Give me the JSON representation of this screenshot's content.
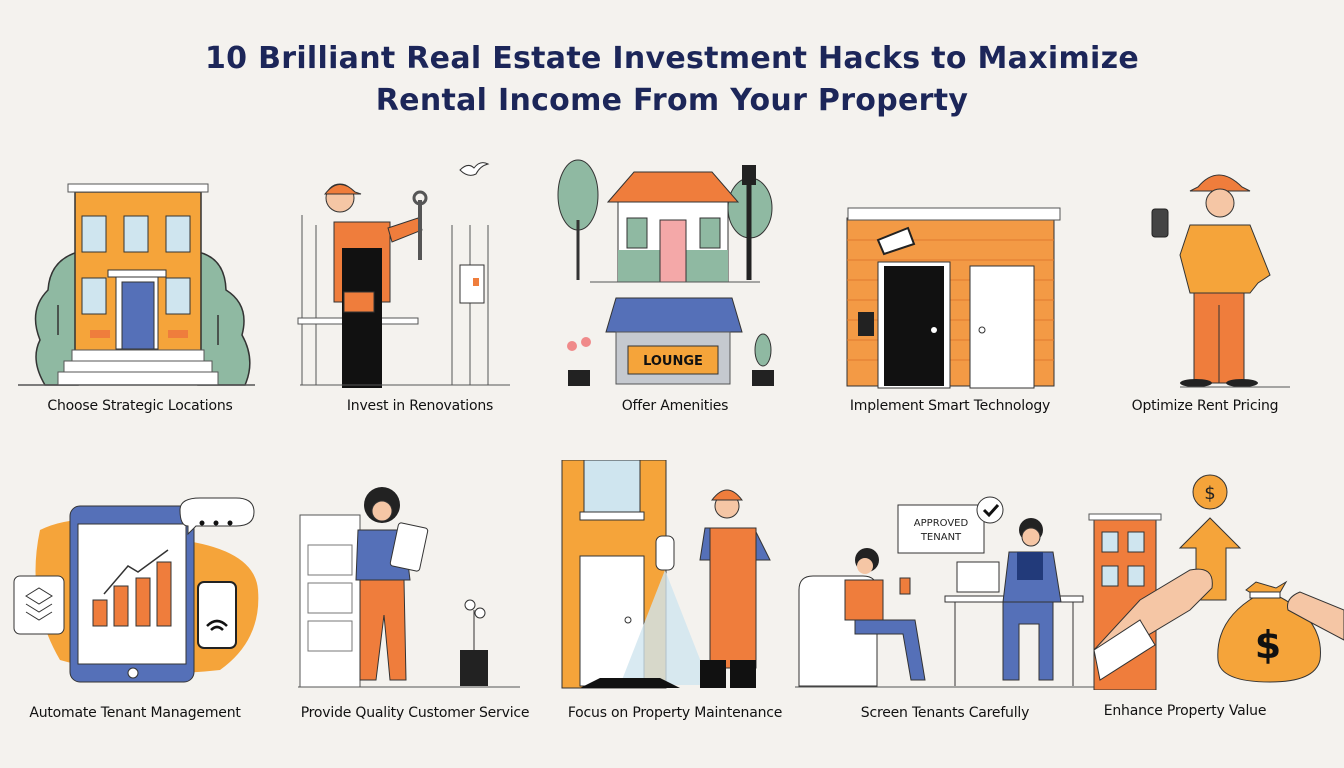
{
  "title": {
    "line1": "10 Brilliant Real Estate Investment Hacks to Maximize",
    "line2": "Rental Income From Your Property"
  },
  "colors": {
    "background": "#f4f2ee",
    "title": "#1c2659",
    "orange": "#f0a03a",
    "brick": "#ef7d3c",
    "blue": "#5570b8",
    "green": "#8fb9a2"
  },
  "hacks": [
    {
      "id": 1,
      "label": "Choose Strategic Locations",
      "illustration": "townhouse-with-trees"
    },
    {
      "id": 2,
      "label": "Invest in Renovations",
      "illustration": "worker-with-wrench"
    },
    {
      "id": 3,
      "label": "Offer Amenities",
      "illustration": "house-and-lounge-storefront",
      "sign_text": "LOUNGE"
    },
    {
      "id": 4,
      "label": "Implement Smart Technology",
      "illustration": "brick-wall-with-security-camera"
    },
    {
      "id": 5,
      "label": "Optimize Rent Pricing",
      "illustration": "man-with-phone-and-coffee"
    },
    {
      "id": 6,
      "label": "Automate Tenant Management",
      "illustration": "tablet-with-bar-chart"
    },
    {
      "id": 7,
      "label": "Provide Quality Customer Service",
      "illustration": "woman-with-clipboard"
    },
    {
      "id": 8,
      "label": "Focus on Property Maintenance",
      "illustration": "worker-spraying-wall"
    },
    {
      "id": 9,
      "label": "Screen Tenants Carefully",
      "illustration": "tenant-interview",
      "badge_line1": "APPROVED",
      "badge_line2": "TENANT"
    },
    {
      "id": 10,
      "label": "Enhance Property Value",
      "illustration": "hands-with-money-bag",
      "symbol": "$"
    }
  ]
}
